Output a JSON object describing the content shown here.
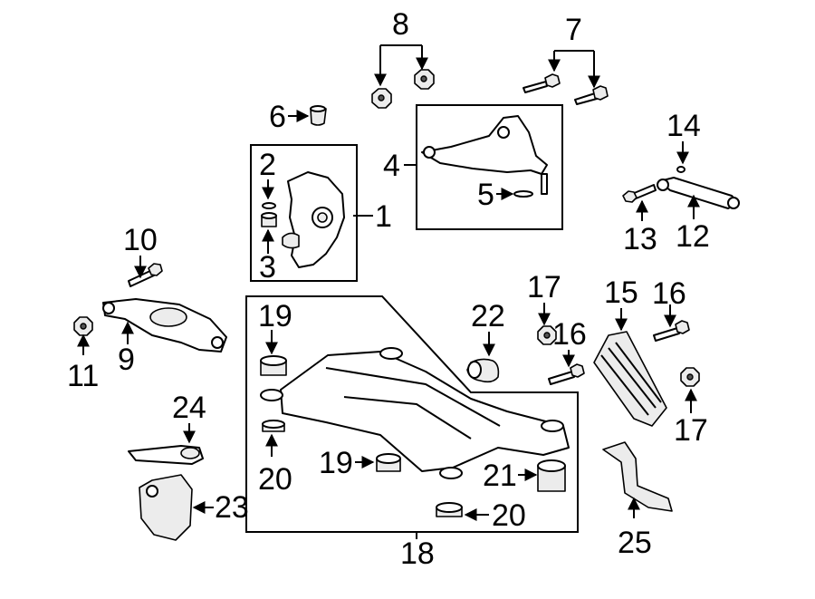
{
  "callouts": {
    "n1": "1",
    "n2": "2",
    "n3": "3",
    "n4": "4",
    "n5": "5",
    "n6": "6",
    "n7": "7",
    "n8": "8",
    "n9": "9",
    "n10": "10",
    "n11": "11",
    "n12": "12",
    "n13": "13",
    "n14": "14",
    "n15": "15",
    "n16a": "16",
    "n16b": "16",
    "n17a": "17",
    "n17b": "17",
    "n18": "18",
    "n19a": "19",
    "n19b": "19",
    "n20a": "20",
    "n20b": "20",
    "n21": "21",
    "n22": "22",
    "n23": "23",
    "n24": "24",
    "n25": "25"
  },
  "colors": {
    "ink": "#000000",
    "background": "#ffffff",
    "shade": "#ececec"
  }
}
